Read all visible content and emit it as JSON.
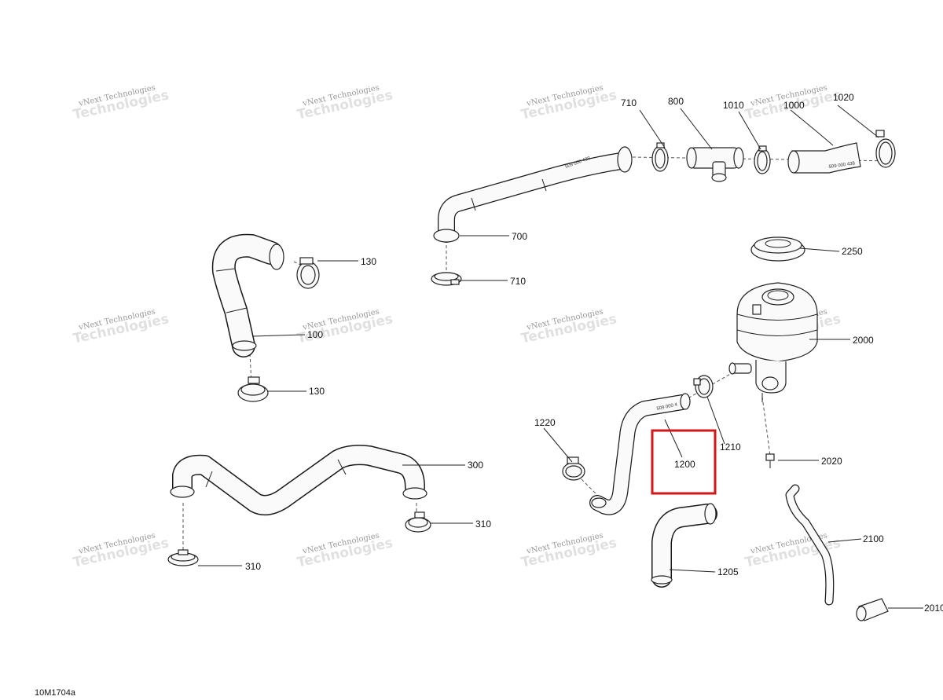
{
  "watermark": {
    "line1": "vNext Technologies",
    "line2": "Technologies"
  },
  "callouts": {
    "c710a": "710",
    "c800": "800",
    "c1010": "1010",
    "c1000": "1000",
    "c1020": "1020",
    "c700": "700",
    "c710b": "710",
    "c130a": "130",
    "c100": "100",
    "c130b": "130",
    "c2250": "2250",
    "c2000": "2000",
    "c1210": "1210",
    "c1220": "1220",
    "c1200": "1200",
    "c2020": "2020",
    "c300": "300",
    "c310a": "310",
    "c310b": "310",
    "c2100": "2100",
    "c1205": "1205",
    "c2010": "2010"
  },
  "stamps": {
    "s700": "509 000 439",
    "s1000": "509 000 438",
    "s1200": "509 000 4"
  },
  "figure_id": "10M1704a",
  "highlight": {
    "color": "#d0181b",
    "target": "1200"
  }
}
